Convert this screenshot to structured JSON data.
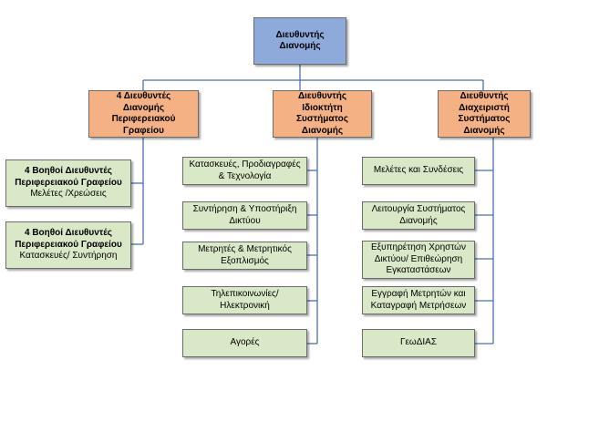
{
  "colors": {
    "root_fill": "#8eaadb",
    "manager_fill": "#f4b183",
    "unit_fill": "#d9e8c6",
    "connector": "#4a6fb4",
    "border": "#6b6b6b"
  },
  "root": {
    "title": "Διευθυντής\nΔιανομής"
  },
  "managers": [
    {
      "title": "4 Διευθυντές\nΔιανομής\nΠεριφερειακού\nΓραφείου"
    },
    {
      "title": "Διευθυντής\nΙδιοκτήτη\nΣυστήματος\nΔιανομής"
    },
    {
      "title": "Διευθυντής\nΔιαχειριστή\nΣυστήματος\nΔιανομής"
    }
  ],
  "regional_assistants": [
    {
      "title": "4 Βοηθοί Διευθυντές\nΠεριφερειακού Γραφείου",
      "subtitle": "Μελέτες /Χρεώσεις"
    },
    {
      "title": "4 Βοηθοί Διευθυντές\nΠεριφερειακού Γραφείου",
      "subtitle": "Κατασκευές/ Συντήρηση"
    }
  ],
  "owner_units": [
    {
      "label": "Κατασκευές, Προδιαγραφές\n& Τεχνολογία"
    },
    {
      "label": "Συντήρηση & Υποστήριξη\nΔικτύου"
    },
    {
      "label": "Μετρητές & Μετρητικός\nΕξοπλισμός"
    },
    {
      "label": "Τηλεπικοινωνίες/\nΗλεκτρονική"
    },
    {
      "label": "Αγορές"
    }
  ],
  "operator_units": [
    {
      "label": "Μελέτες και Συνδέσεις"
    },
    {
      "label": "Λειτουργία Συστήματος\nΔιανομής"
    },
    {
      "label": "Εξυπηρέτηση Χρηστών\nΔικτύου/ Επιθεώρηση\nΕγκαταστάσεων"
    },
    {
      "label": "Εγγραφή Μετρητών και\nΚαταγραφή Μετρήσεων"
    },
    {
      "label": "ΓεωΔΙΑΣ"
    }
  ]
}
